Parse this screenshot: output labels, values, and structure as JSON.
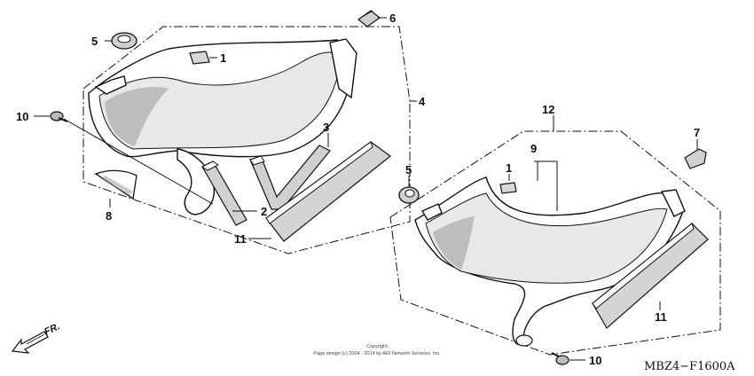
{
  "callouts": {
    "c1a": "1",
    "c1b": "1",
    "c2": "2",
    "c3": "3",
    "c4": "4",
    "c5a": "5",
    "c5b": "5",
    "c6": "6",
    "c7": "7",
    "c8": "8",
    "c9": "9",
    "c10a": "10",
    "c10b": "10",
    "c11a": "11",
    "c11b": "11",
    "c12": "12"
  },
  "copyright": {
    "line1": "Copyright",
    "line2": "Page design (c) 2004 - 2014 by ARI Network Services, Inc."
  },
  "direction_label": "FR.",
  "diagram_code": "MBZ4−F1600A"
}
